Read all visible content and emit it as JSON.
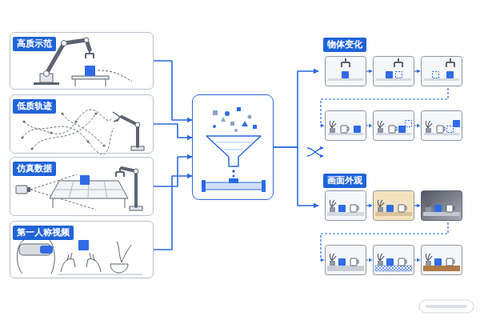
{
  "diagram": {
    "nodes": [
      {
        "text": [
          "高质示范"
        ]
      },
      {
        "text": [
          "低质轨迹"
        ]
      },
      {
        "text": [
          "仿真数据"
        ]
      },
      {
        "text": [
          "第一人称视频"
        ]
      },
      {
        "text": []
      },
      {
        "text": [
          "物体变化"
        ]
      },
      {
        "text": [
          "画面外观"
        ]
      }
    ],
    "edges": [
      {
        "from": 0,
        "to": 4,
        "arrow": "to"
      },
      {
        "from": 1,
        "to": 4,
        "arrow": "to"
      },
      {
        "from": 2,
        "to": 4,
        "arrow": "to"
      },
      {
        "from": 3,
        "to": 4,
        "arrow": "to"
      },
      {
        "from": 4,
        "to": 5,
        "arrow": "to"
      },
      {
        "from": 4,
        "to": 6,
        "arrow": "to"
      }
    ]
  }
}
